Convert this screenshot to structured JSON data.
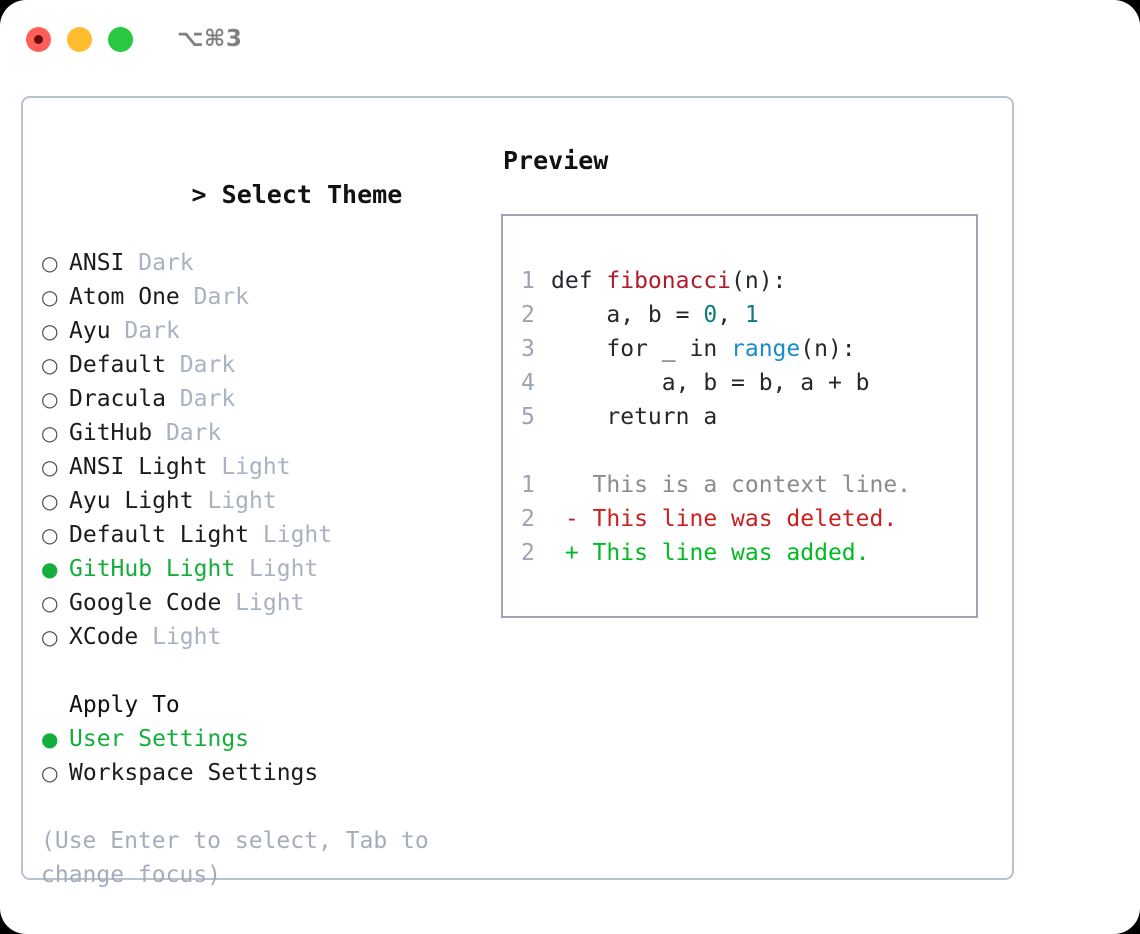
{
  "titlebar": {
    "shortcut": "⌥⌘3",
    "lights": [
      "close-red",
      "minimize-amber",
      "zoom-green"
    ]
  },
  "theme_list": {
    "header": "Select Theme",
    "caret": ">",
    "marker_selected": "●",
    "marker_unselected": "○",
    "items": [
      {
        "name": "ANSI",
        "badge": "Dark",
        "selected": false
      },
      {
        "name": "Atom One",
        "badge": "Dark",
        "selected": false
      },
      {
        "name": "Ayu",
        "badge": "Dark",
        "selected": false
      },
      {
        "name": "Default",
        "badge": "Dark",
        "selected": false
      },
      {
        "name": "Dracula",
        "badge": "Dark",
        "selected": false
      },
      {
        "name": "GitHub",
        "badge": "Dark",
        "selected": false
      },
      {
        "name": "ANSI Light",
        "badge": "Light",
        "selected": false
      },
      {
        "name": "Ayu Light",
        "badge": "Light",
        "selected": false
      },
      {
        "name": "Default Light",
        "badge": "Light",
        "selected": false
      },
      {
        "name": "GitHub Light",
        "badge": "Light",
        "selected": true
      },
      {
        "name": "Google Code",
        "badge": "Light",
        "selected": false
      },
      {
        "name": "XCode",
        "badge": "Light",
        "selected": false
      }
    ]
  },
  "apply_to": {
    "header": "Apply To",
    "options": [
      {
        "name": "User Settings",
        "selected": true
      },
      {
        "name": "Workspace Settings",
        "selected": false
      }
    ]
  },
  "hint": "(Use Enter to select, Tab to change focus)",
  "preview": {
    "header": "Preview",
    "code_lines": [
      {
        "num": "1",
        "tokens": [
          {
            "t": "def ",
            "k": "plain"
          },
          {
            "t": "fibonacci",
            "k": "fn"
          },
          {
            "t": "(n):",
            "k": "plain"
          }
        ]
      },
      {
        "num": "2",
        "tokens": [
          {
            "t": "    a, b = ",
            "k": "plain"
          },
          {
            "t": "0",
            "k": "num"
          },
          {
            "t": ", ",
            "k": "plain"
          },
          {
            "t": "1",
            "k": "num"
          }
        ]
      },
      {
        "num": "3",
        "tokens": [
          {
            "t": "    for _ in ",
            "k": "plain"
          },
          {
            "t": "range",
            "k": "call"
          },
          {
            "t": "(n):",
            "k": "plain"
          }
        ]
      },
      {
        "num": "4",
        "tokens": [
          {
            "t": "        a, b = b, a + b",
            "k": "plain"
          }
        ]
      },
      {
        "num": "5",
        "tokens": [
          {
            "t": "    return a",
            "k": "plain"
          }
        ]
      }
    ],
    "diff_lines": [
      {
        "num": "1",
        "sign": " ",
        "text": " This is a context line.",
        "kind": "ctx"
      },
      {
        "num": "2",
        "sign": "-",
        "text": " This line was deleted.",
        "kind": "del"
      },
      {
        "num": "2",
        "sign": "+",
        "text": " This line was added.",
        "kind": "add"
      }
    ]
  },
  "colors": {
    "accent_green": "#14ae3c",
    "border": "#b9c2cf",
    "code_border": "#9aa5b4",
    "badge": "#a8b2c0",
    "hint": "#a3adbb",
    "fn": "#b01c2e",
    "num": "#0f7b7b",
    "call": "#1a8ccc",
    "diff_del": "#cc1f1f",
    "diff_add": "#00bb22",
    "light_red": "#ff5f57",
    "light_amber": "#febc2e",
    "light_green": "#28c840"
  }
}
